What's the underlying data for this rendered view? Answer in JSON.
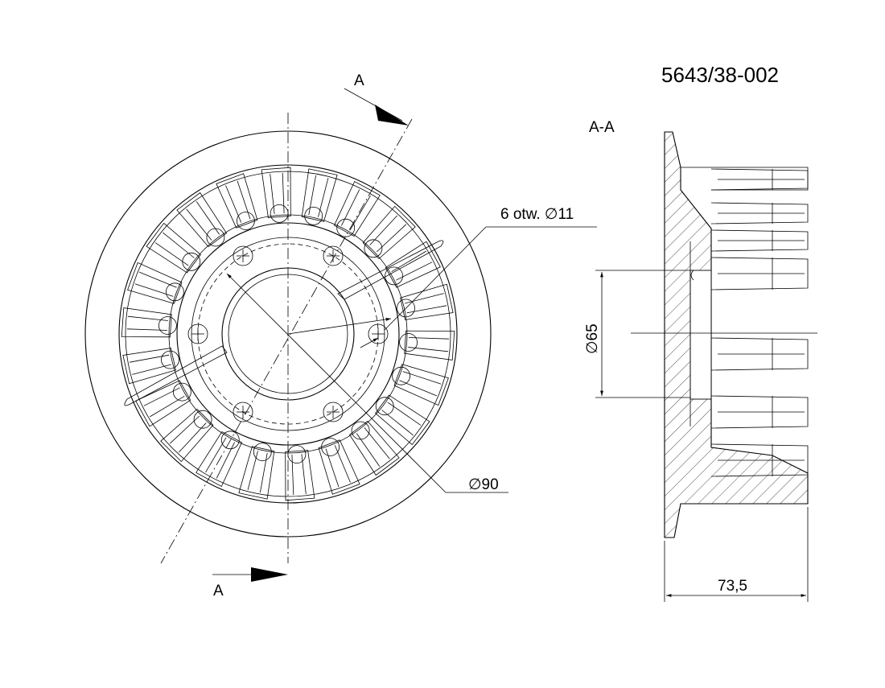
{
  "drawing": {
    "part_number": "5643/38-002",
    "section_label": "A-A",
    "section_marker_top": "A",
    "section_marker_bottom": "A",
    "holes_callout": "6 otw. ∅11",
    "diameter_outer": "∅90",
    "diameter_bore": "∅65",
    "width_dimension": "73,5"
  }
}
